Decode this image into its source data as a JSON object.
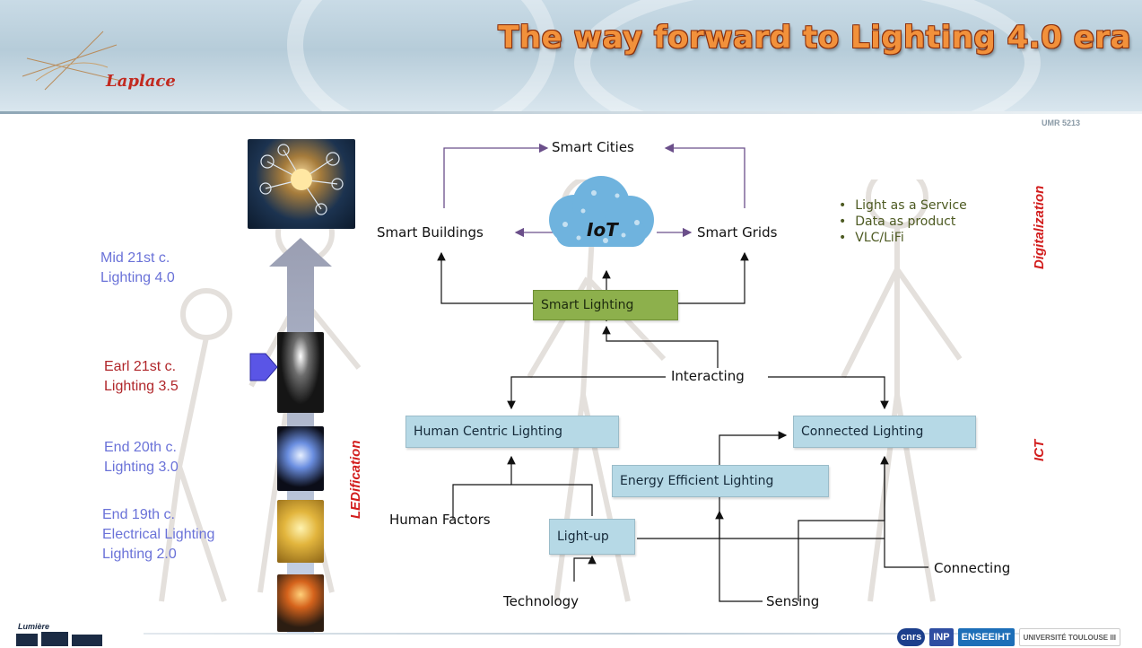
{
  "header": {
    "logo_text": "Laplace",
    "title": "The way forward to Lighting 4.0 era",
    "umr": "UMR 5213"
  },
  "eras": [
    {
      "line1": "Mid 21st c.",
      "line2": "Lighting 4.0",
      "line3": ""
    },
    {
      "line1": "Earl 21st c.",
      "line2": "Lighting 3.5",
      "line3": ""
    },
    {
      "line1": "End 20th c.",
      "line2": "Lighting 3.0",
      "line3": ""
    },
    {
      "line1": "End 19th c.",
      "line2": "Electrical Lighting",
      "line3": "Lighting 2.0"
    }
  ],
  "side_labels": {
    "ledification": "LEDification",
    "digitalization": "Digitalization",
    "ict": "ICT"
  },
  "nodes": {
    "smart_cities": "Smart Cities",
    "smart_buildings": "Smart Buildings",
    "iot": "IoT",
    "smart_grids": "Smart Grids",
    "smart_lighting": "Smart Lighting",
    "interacting": "Interacting",
    "human_centric": "Human Centric Lighting",
    "connected": "Connected Lighting",
    "energy_efficient": "Energy Efficient Lighting",
    "human_factors": "Human Factors",
    "light_up": "Light-up",
    "technology": "Technology",
    "sensing": "Sensing",
    "connecting": "Connecting"
  },
  "bullets": [
    "Light as a Service",
    "Data as product",
    "VLC/LiFi"
  ],
  "footer": {
    "lumiere_text": "Lumière",
    "partners": [
      "cnrs",
      "INP",
      "ENSEEIHT",
      "UNIVERSITÉ TOULOUSE III"
    ]
  },
  "colors": {
    "title_fill": "#f2913b",
    "era_blue": "#6a72d8",
    "era_red": "#b0262a",
    "label_red": "#d21d1d",
    "box_blue": "#b6d9e6",
    "box_green": "#8db04c",
    "arrow_purple": "#6b4f8a"
  }
}
